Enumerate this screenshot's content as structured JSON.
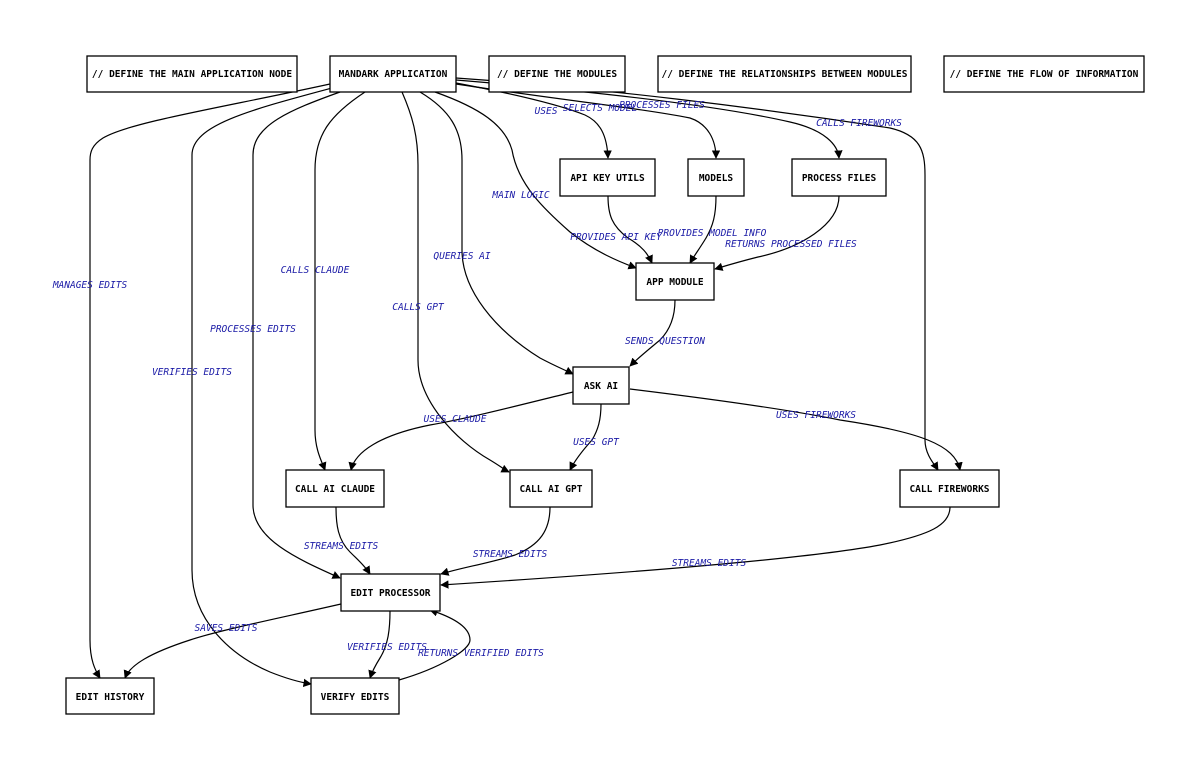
{
  "diagram": {
    "nodes": {
      "comment_main": "// DEFINE THE MAIN APPLICATION NODE",
      "mandark": "MANDARK APPLICATION",
      "comment_modules": "// DEFINE THE MODULES",
      "comment_relationships": "// DEFINE THE RELATIONSHIPS BETWEEN MODULES",
      "comment_flow": "// DEFINE THE FLOW OF INFORMATION",
      "api_key_utils": "API KEY UTILS",
      "models": "MODELS",
      "process_files": "PROCESS FILES",
      "app_module": "APP MODULE",
      "ask_ai": "ASK AI",
      "call_ai_claude": "CALL AI CLAUDE",
      "call_ai_gpt": "CALL AI GPT",
      "call_fireworks": "CALL FIREWORKS",
      "edit_processor": "EDIT PROCESSOR",
      "edit_history": "EDIT HISTORY",
      "verify_edits": "VERIFY EDITS"
    },
    "edges": {
      "uses": "USES",
      "selects_model": "SELECTS MODEL",
      "processes_files": "PROCESSES FILES",
      "calls_fireworks": "CALLS FIREWORKS",
      "main_logic": "MAIN LOGIC",
      "provides_api_key": "PROVIDES API KEY",
      "provides_model_info": "PROVIDES MODEL INFO",
      "returns_processed_files": "RETURNS PROCESSED FILES",
      "queries_ai": "QUERIES AI",
      "calls_claude": "CALLS CLAUDE",
      "calls_gpt": "CALLS GPT",
      "manages_edits": "MANAGES EDITS",
      "processes_edits": "PROCESSES EDITS",
      "verifies_edits_main": "VERIFIES EDITS",
      "sends_question": "SENDS QUESTION",
      "uses_claude": "USES CLAUDE",
      "uses_gpt": "USES GPT",
      "uses_fireworks": "USES FIREWORKS",
      "streams_edits_claude": "STREAMS EDITS",
      "streams_edits_gpt": "STREAMS EDITS",
      "streams_edits_fireworks": "STREAMS EDITS",
      "saves_edits": "SAVES EDITS",
      "verifies_edits_processor": "VERIFIES EDITS",
      "returns_verified_edits": "RETURNS VERIFIED EDITS"
    }
  }
}
